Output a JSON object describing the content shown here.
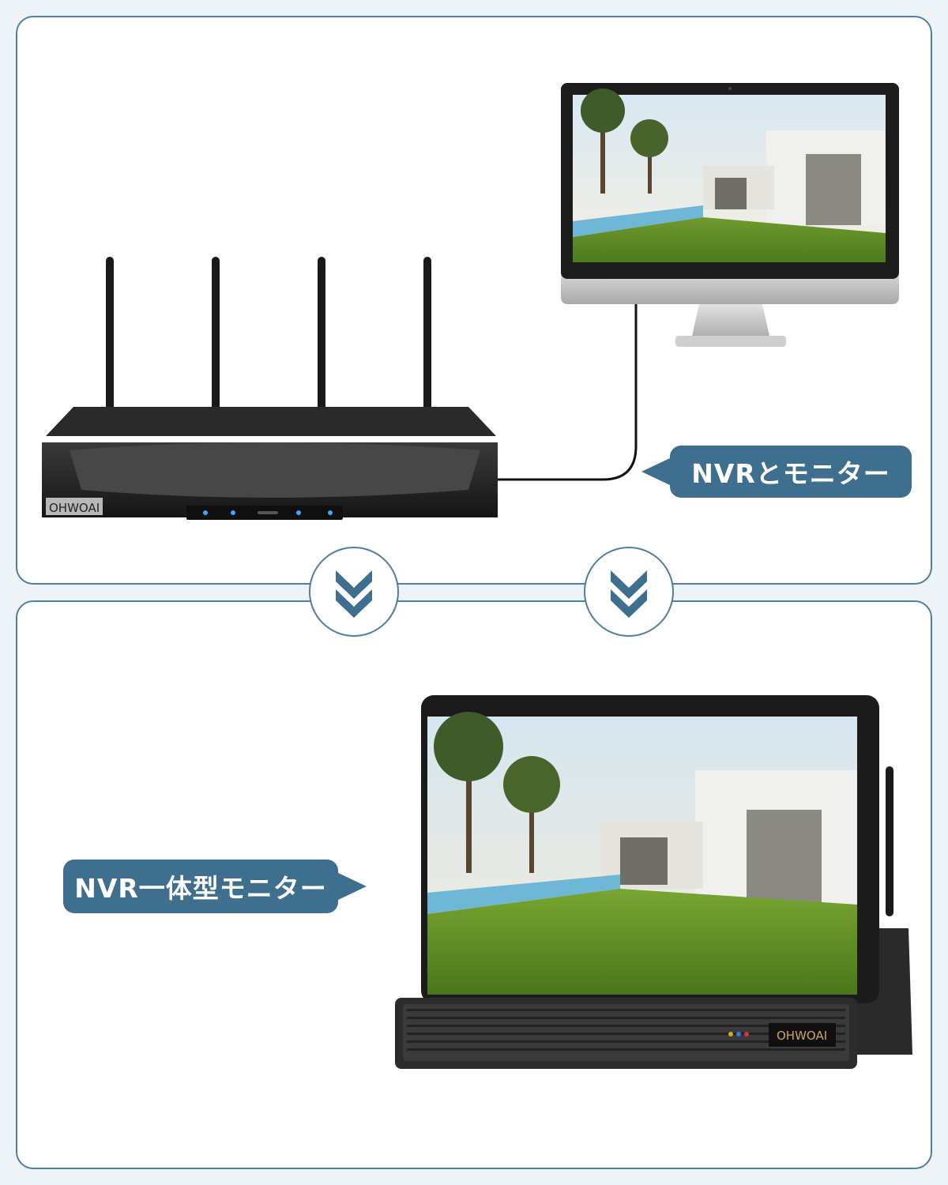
{
  "top_panel": {
    "callout_label": "NVRとモニター",
    "nvr_brand": "OHWOAI"
  },
  "bottom_panel": {
    "callout_label": "NVR一体型モニター",
    "monitor_brand": "OHWOAI"
  },
  "colors": {
    "accent": "#3e6f8e",
    "border": "#4d7f9e",
    "background": "#eef3f7",
    "panel": "#ffffff"
  },
  "icons": [
    "double-chevron-down-icon",
    "double-chevron-down-icon"
  ]
}
